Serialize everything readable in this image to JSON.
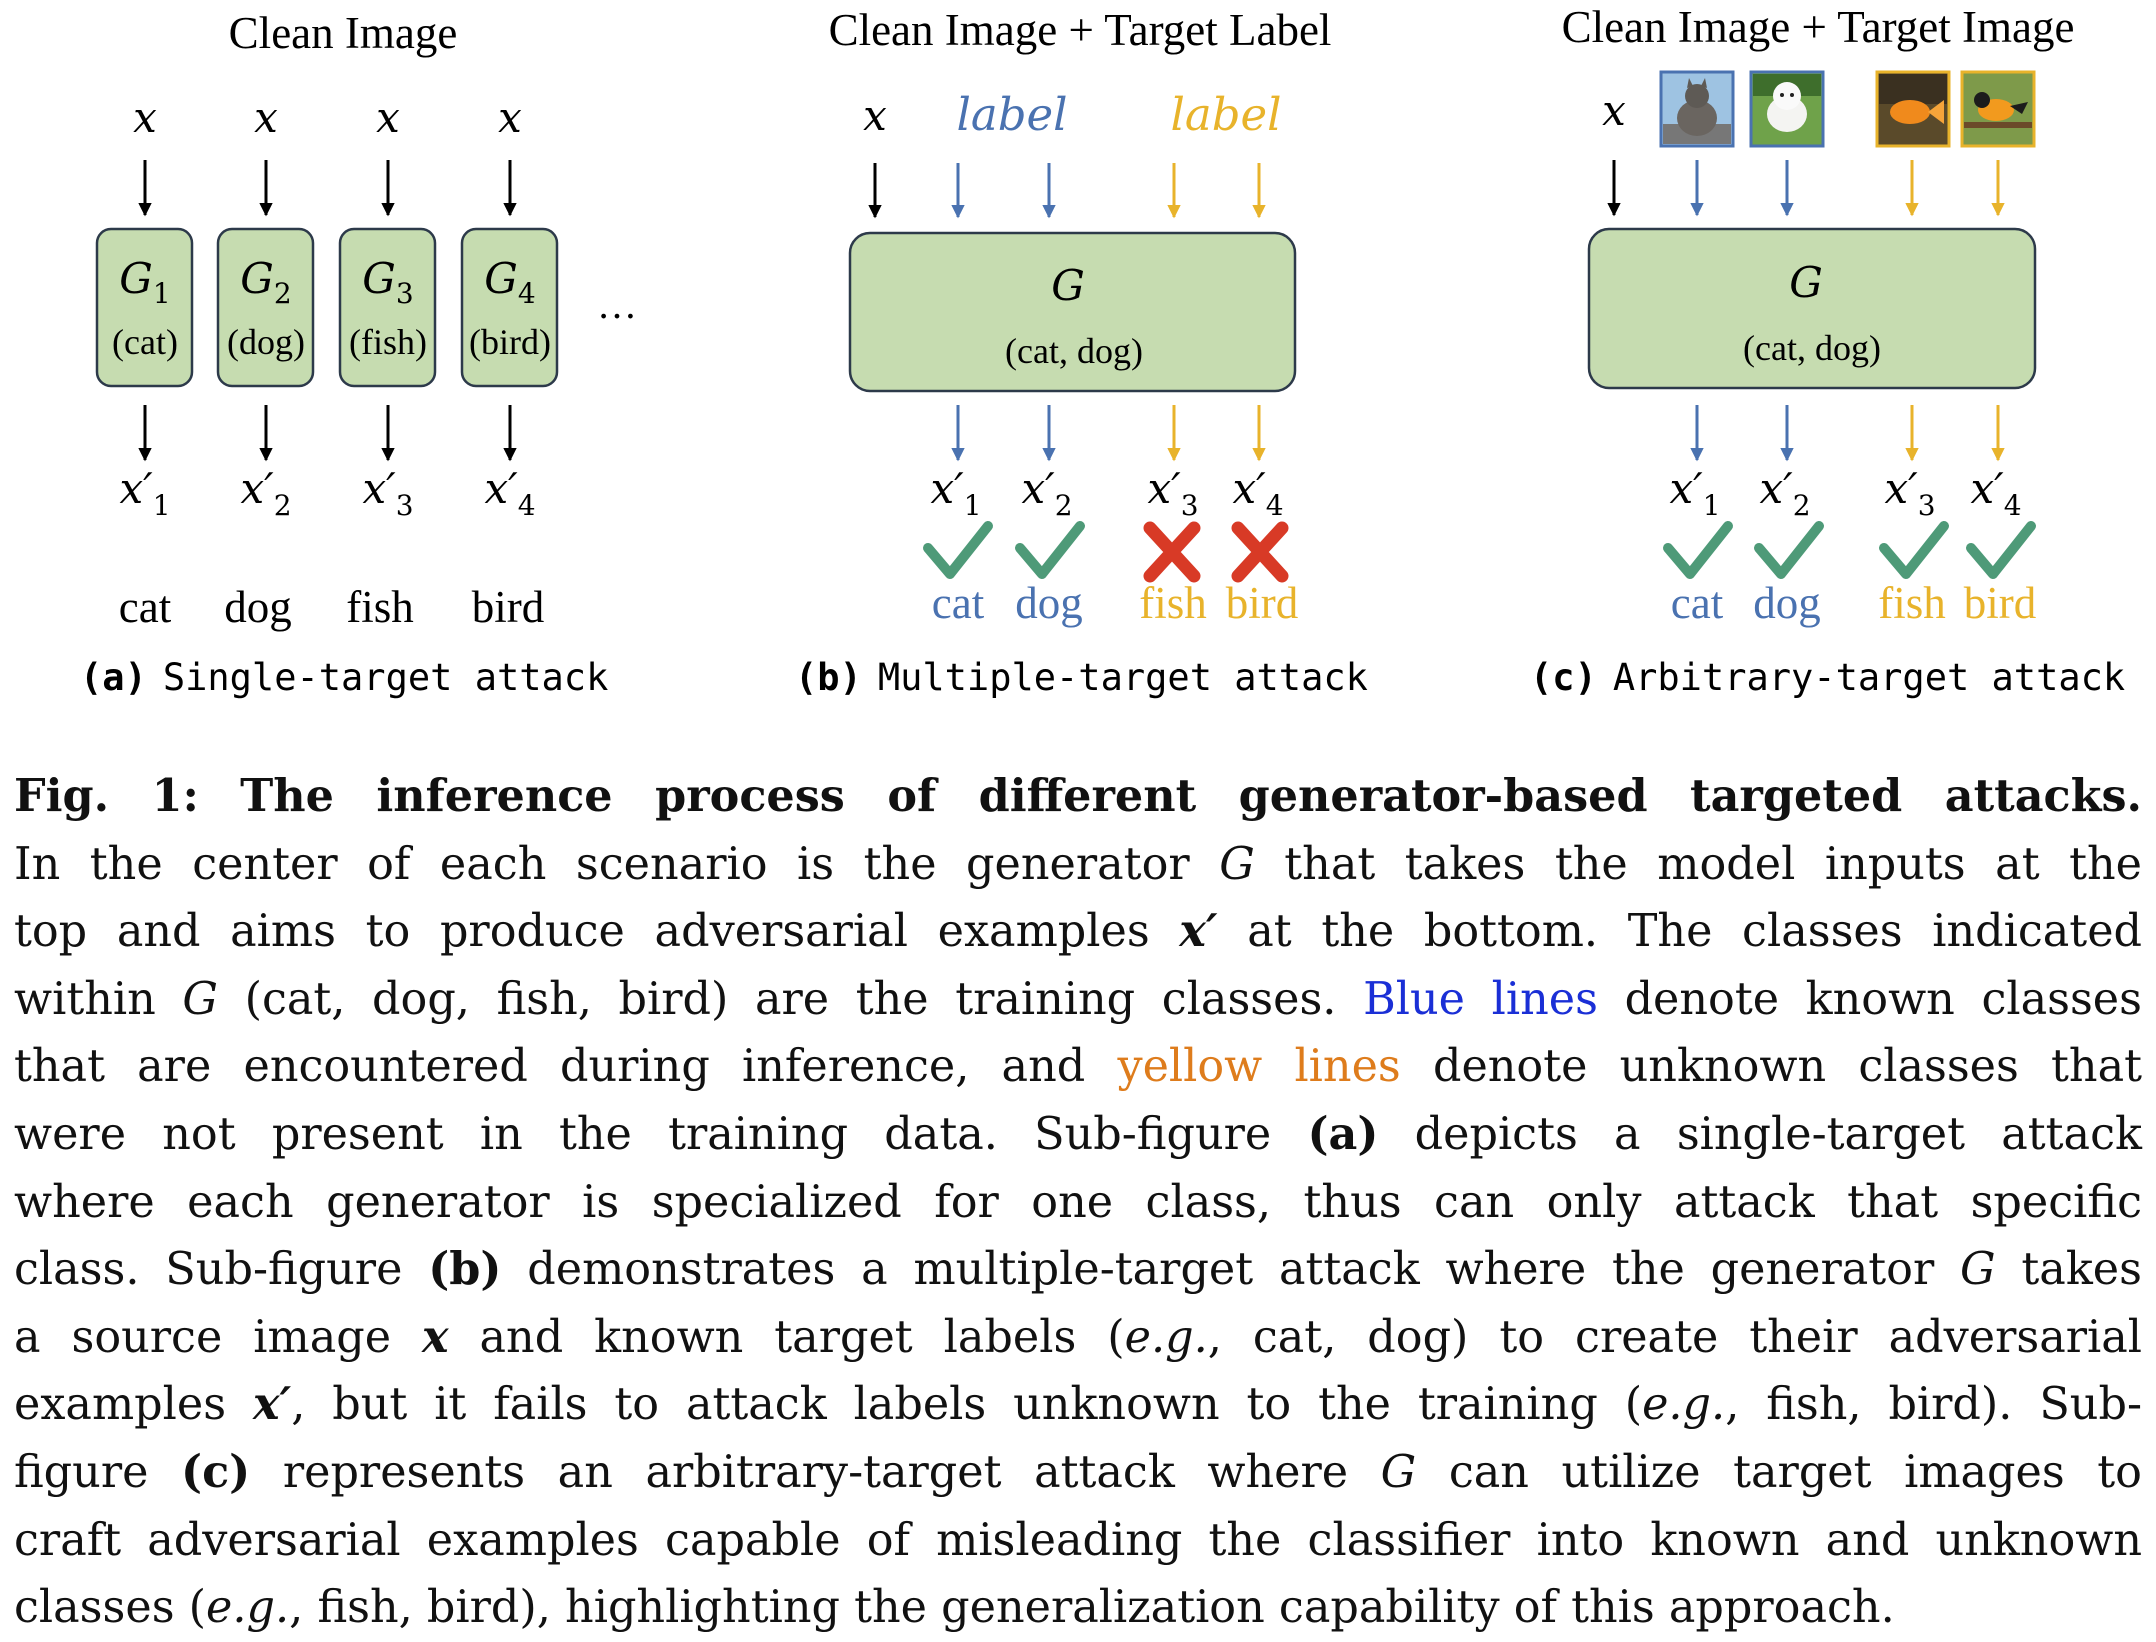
{
  "panels": [
    {
      "title": "Clean Image",
      "inputs": [
        "x",
        "x",
        "x",
        "x"
      ],
      "generators": [
        {
          "name": "G",
          "sub": "1",
          "cls": "(cat)"
        },
        {
          "name": "G",
          "sub": "2",
          "cls": "(dog)"
        },
        {
          "name": "G",
          "sub": "3",
          "cls": "(fish)"
        },
        {
          "name": "G",
          "sub": "4",
          "cls": "(bird)"
        }
      ],
      "ellipsis": "…",
      "outputs": [
        {
          "name": "x′",
          "sub": "1"
        },
        {
          "name": "x′",
          "sub": "2"
        },
        {
          "name": "x′",
          "sub": "3"
        },
        {
          "name": "x′",
          "sub": "4"
        }
      ],
      "classes": [
        "cat",
        "dog",
        "fish",
        "bird"
      ],
      "caption_tag": "(a)",
      "caption": "Single-target attack"
    },
    {
      "title": "Clean Image + Target Label",
      "input_x": "x",
      "label_known": "label",
      "label_unknown": "label",
      "generator_name": "G",
      "generator_classes": "(cat, dog)",
      "outputs": [
        {
          "name": "x′",
          "sub": "1"
        },
        {
          "name": "x′",
          "sub": "2"
        },
        {
          "name": "x′",
          "sub": "3"
        },
        {
          "name": "x′",
          "sub": "4"
        }
      ],
      "results": [
        "check",
        "check",
        "cross",
        "cross"
      ],
      "classes": [
        "cat",
        "dog",
        "fish",
        "bird"
      ],
      "caption_tag": "(b)",
      "caption": "Multiple-target attack"
    },
    {
      "title": "Clean Image + Target Image",
      "input_x": "x",
      "target_images": [
        "cat-photo",
        "dog-photo",
        "goldfish-photo",
        "oriole-photo"
      ],
      "generator_name": "G",
      "generator_classes": "(cat, dog)",
      "outputs": [
        {
          "name": "x′",
          "sub": "1"
        },
        {
          "name": "x′",
          "sub": "2"
        },
        {
          "name": "x′",
          "sub": "3"
        },
        {
          "name": "x′",
          "sub": "4"
        }
      ],
      "results": [
        "check",
        "check",
        "check",
        "check"
      ],
      "classes": [
        "cat",
        "dog",
        "fish",
        "bird"
      ],
      "caption_tag": "(c)",
      "caption": "Arbitrary-target attack"
    }
  ],
  "colors": {
    "known": "#4a72b0",
    "unknown": "#e8b32b",
    "box_fill": "#c6dcb0",
    "box_stroke": "#2d3a4a",
    "check": "#4e9a78",
    "cross": "#d83a26",
    "caption_blue": "#1a2fd6",
    "caption_orange": "#de7c1c"
  },
  "caption": {
    "label": "Fig. 1:",
    "title": "The inference process of different generator-based targeted attacks.",
    "l1": "In the center of each scenario is the generator",
    "sym_G": "G",
    "l1b": "that takes the model inputs at the",
    "l2a": "top and aims to produce adversarial examples",
    "sym_xp": "x′",
    "l2b": "at the bottom. The classes indicated",
    "l3a": "within",
    "l3b": "(cat, dog, fish, bird) are the training classes.",
    "blue_lines": "Blue lines",
    "l3c": "denote known classes",
    "l4a": "that are encountered during inference, and",
    "yellow_lines": "yellow lines",
    "l4b": "denote unknown classes that",
    "l5a": "were not present in the training data. Sub-figure",
    "ref_a": "(a)",
    "l5b": "depicts a single-target attack",
    "l6": "where each generator is specialized for one class, thus can only attack that specific",
    "l7a": "class. Sub-figure",
    "ref_b": "(b)",
    "l7b": "demonstrates a multiple-target attack where the generator",
    "l7c": "takes",
    "l8a": "a source image",
    "sym_x": "x",
    "l8b": "and known target labels (",
    "eg": "e.g.",
    "l8c": ", cat, dog) to create their adversarial",
    "l9a": "examples",
    "l9b": ", but it fails to attack labels unknown to the training (",
    "l9c": ", fish, bird). Sub-",
    "l10a": "figure",
    "ref_c": "(c)",
    "l10b": "represents an arbitrary-target attack where",
    "l10c": "can utilize target images to",
    "l11": "craft adversarial examples capable of misleading the classifier into known and unknown",
    "l12a": "classes (",
    "l12b": ", fish, bird), highlighting the generalization capability of this approach."
  }
}
